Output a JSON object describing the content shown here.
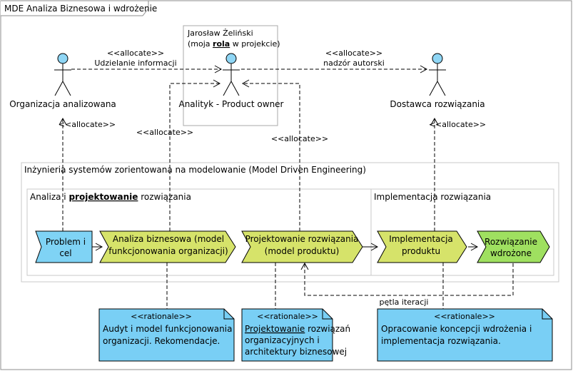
{
  "frame": {
    "title": "MDE Analiza Biznesowa i wdrożenie"
  },
  "actors": {
    "client": {
      "name": "Organizacja analizowana"
    },
    "analyst": {
      "name": "Analityk - Product owner",
      "note_line1": "Jarosław Żeliński",
      "note_pre": "(moja ",
      "note_bold": "rola",
      "note_post": " w projekcie)"
    },
    "vendor": {
      "name": "Dostawca rozwiązania"
    }
  },
  "relations": {
    "allocate": "<<allocate>>",
    "client_analyst_label": "Udzielanie informacji",
    "analyst_vendor_label": "nadzór autorski",
    "iteration_label": "pętla iteracji"
  },
  "mde": {
    "title": "Inżynieria systemów zorientowana na modelowanie (Model Driven Engineering)",
    "analysis_pre": "Analiza i ",
    "analysis_bold": "projektowanie",
    "analysis_post": " rozwiązania",
    "implementation_title": "Implementacja rozwiązania"
  },
  "steps": {
    "problem": [
      "Problem i",
      "cel"
    ],
    "business_analysis": [
      "Analiza biznesowa (model",
      "funkcjonowania organizacji)"
    ],
    "design": [
      "Projektowanie rozwiązania",
      "(model produktu)"
    ],
    "implementation": [
      "Implementacja",
      "produktu"
    ],
    "deployed": [
      "Rozwiązanie",
      "wdrożone"
    ]
  },
  "rationales": {
    "stereotype": "<<rationale>>",
    "note1": [
      "Audyt i model funkcjonowania",
      "organizacji. Rekomendacje."
    ],
    "note2_first_bold": "Projektowanie",
    "note2_first_rest": " rozwiązań",
    "note2": [
      "organizacyjnych i",
      "architektury biznesowej"
    ],
    "note3": [
      "Opracowanie koncepcji wdrożenia i",
      "implementacja rozwiązania."
    ]
  },
  "colors": {
    "step_blue": "#7fd3f5",
    "step_olive": "#d6e36a",
    "step_green": "#9fe060",
    "note_blue": "#79cff5",
    "actor_head": "#8fd6f5"
  }
}
